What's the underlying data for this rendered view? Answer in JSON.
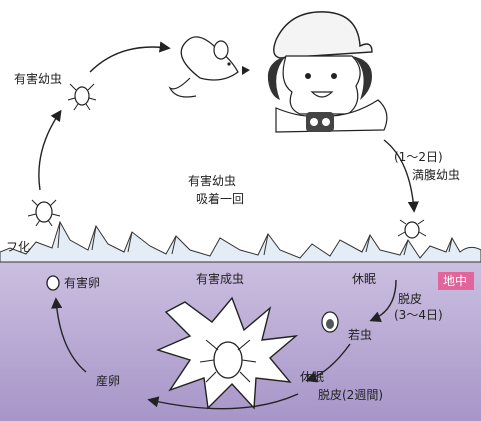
{
  "diagram": {
    "labels": {
      "harmful_larva": "有害幼虫",
      "hatching": "フ化",
      "harmful_larva_center": "有害幼虫",
      "attach_once": "吸着一回",
      "duration_1_2": "(1〜2日)",
      "engorged_larva": "満腹幼虫",
      "underground": "地中",
      "harmful_egg": "有害卵",
      "harmful_adult": "有害成虫",
      "dormancy_1": "休眠",
      "molt_1": "脱皮",
      "duration_3_4": "(3〜4日)",
      "nymph": "若虫",
      "dormancy_2": "休眠",
      "molt_2": "脱皮(2週間)",
      "egg_laying": "産卵"
    },
    "colors": {
      "underground_top": "#c9bddd",
      "underground_bottom": "#a897c6",
      "underground_badge": "#e0659a",
      "grass": "#dfe9f2",
      "arrow": "#222222"
    }
  }
}
